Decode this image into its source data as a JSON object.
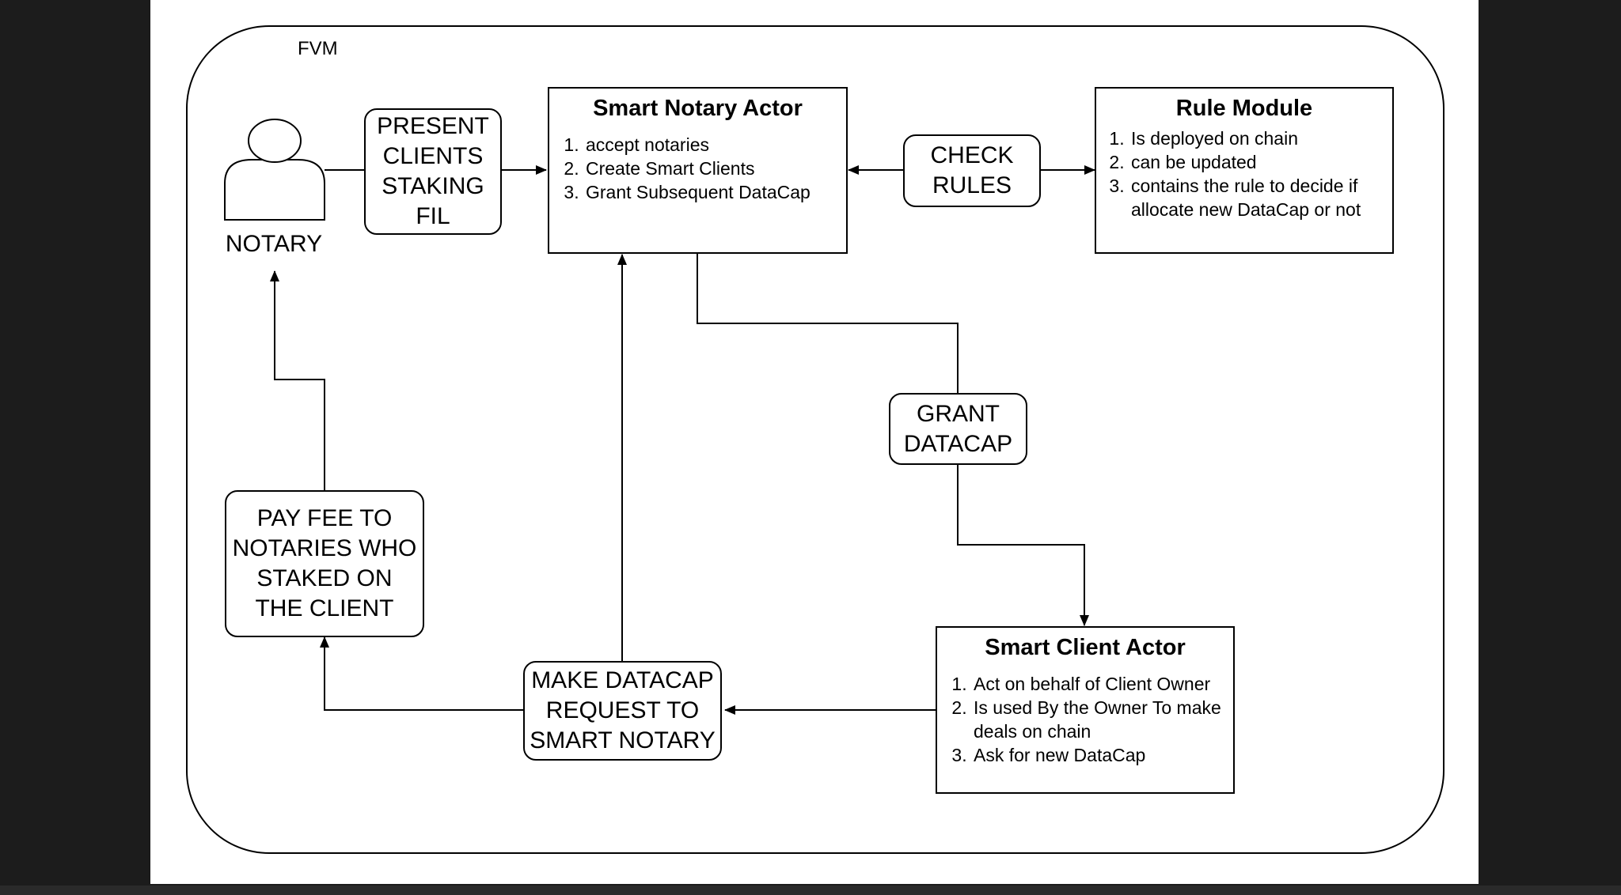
{
  "frame_label": "FVM",
  "notary": {
    "label": "NOTARY",
    "icon": "user-icon"
  },
  "edges": {
    "present": "PRESENT\nCLIENTS\nSTAKING\nFIL",
    "check": "CHECK\nRULES",
    "grant": "GRANT\nDATACAP",
    "make": "MAKE DATACAP\nREQUEST TO\nSMART NOTARY",
    "pay": "PAY FEE TO\nNOTARIES WHO\nSTAKED ON\nTHE CLIENT"
  },
  "smart_notary": {
    "title": "Smart Notary Actor",
    "items": [
      "accept notaries",
      "Create Smart Clients",
      "Grant Subsequent DataCap"
    ]
  },
  "rule_module": {
    "title": "Rule Module",
    "items": [
      "Is deployed on chain",
      "can be updated",
      "contains the rule to decide if allocate new DataCap or not"
    ]
  },
  "smart_client": {
    "title": "Smart Client Actor",
    "items": [
      "Act on behalf of Client Owner",
      "Is used By the Owner To make deals on chain",
      "Ask for new DataCap"
    ]
  }
}
